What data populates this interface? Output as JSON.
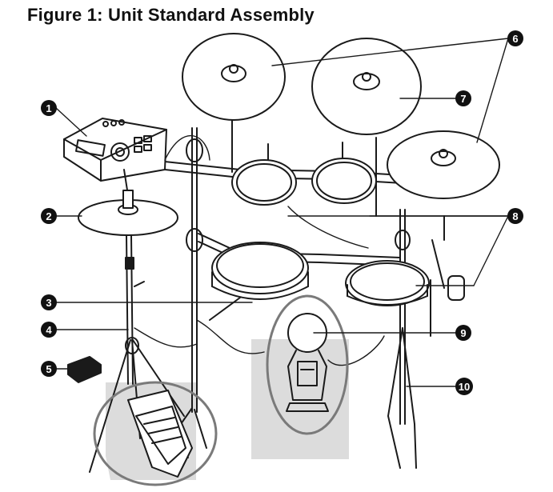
{
  "figure": {
    "title": "Figure 1: Unit Standard Assembly"
  },
  "callouts": [
    {
      "number": "1",
      "target": "drum-module"
    },
    {
      "number": "2",
      "target": "hi-hat-cymbal-pad"
    },
    {
      "number": "3",
      "target": "snare-pad"
    },
    {
      "number": "4",
      "target": "hi-hat-stand"
    },
    {
      "number": "5",
      "target": "hi-hat-controller"
    },
    {
      "number": "6",
      "target": "crash-cymbal-pads"
    },
    {
      "number": "7",
      "target": "ride-cymbal-pad"
    },
    {
      "number": "8",
      "target": "tom-pads"
    },
    {
      "number": "9",
      "target": "kick-pad"
    },
    {
      "number": "10",
      "target": "rack"
    }
  ],
  "colors": {
    "ink": "#1a1a1a",
    "callout_fill": "#111111",
    "highlight_ring": "#7a7a7a",
    "floor_shading": "#dcdcdc"
  }
}
